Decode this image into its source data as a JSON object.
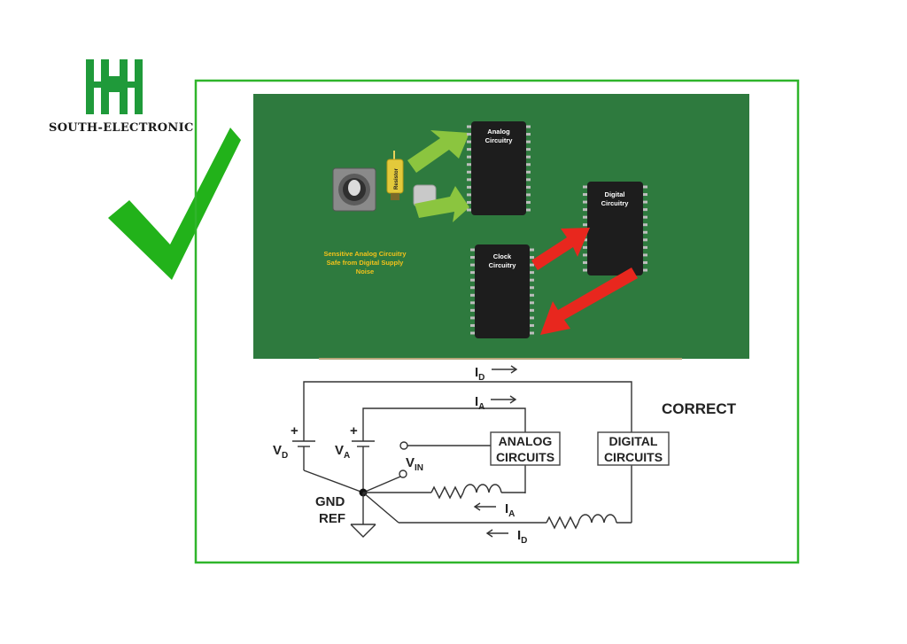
{
  "logo": {
    "brand_text": "SOUTH-ELECTRONIC",
    "color": "#1f9a3a"
  },
  "checkmark": {
    "icon": "checkmark-icon",
    "color": "#22b21a"
  },
  "frame": {
    "border_color": "#2fb52b"
  },
  "pcb": {
    "board_color": "#2e7a3e",
    "chips": {
      "analog": [
        "Analog",
        "Circuitry"
      ],
      "digital": [
        "Digital",
        "Circuitry"
      ],
      "clock": [
        "Clock",
        "Circuitry"
      ]
    },
    "resistor_label": "Resistor",
    "note_lines": [
      "Sensitive Analog Circuitry",
      "Safe from Digital Supply",
      "Noise"
    ],
    "arrow_colors": {
      "analog": "#8bc53f",
      "digital": "#e8271e"
    }
  },
  "schematic": {
    "verdict": "CORRECT",
    "currents": {
      "digital": {
        "main": "I",
        "sub": "D"
      },
      "analog": {
        "main": "I",
        "sub": "A"
      }
    },
    "sources": {
      "vd": {
        "main": "V",
        "sub": "D"
      },
      "va": {
        "main": "V",
        "sub": "A"
      },
      "vin": {
        "main": "V",
        "sub": "IN"
      }
    },
    "plus": "+",
    "ground_lines": [
      "GND",
      "REF"
    ],
    "boxes": {
      "analog": [
        "ANALOG",
        "CIRCUITS"
      ],
      "digital": [
        "DIGITAL",
        "CIRCUITS"
      ]
    }
  }
}
